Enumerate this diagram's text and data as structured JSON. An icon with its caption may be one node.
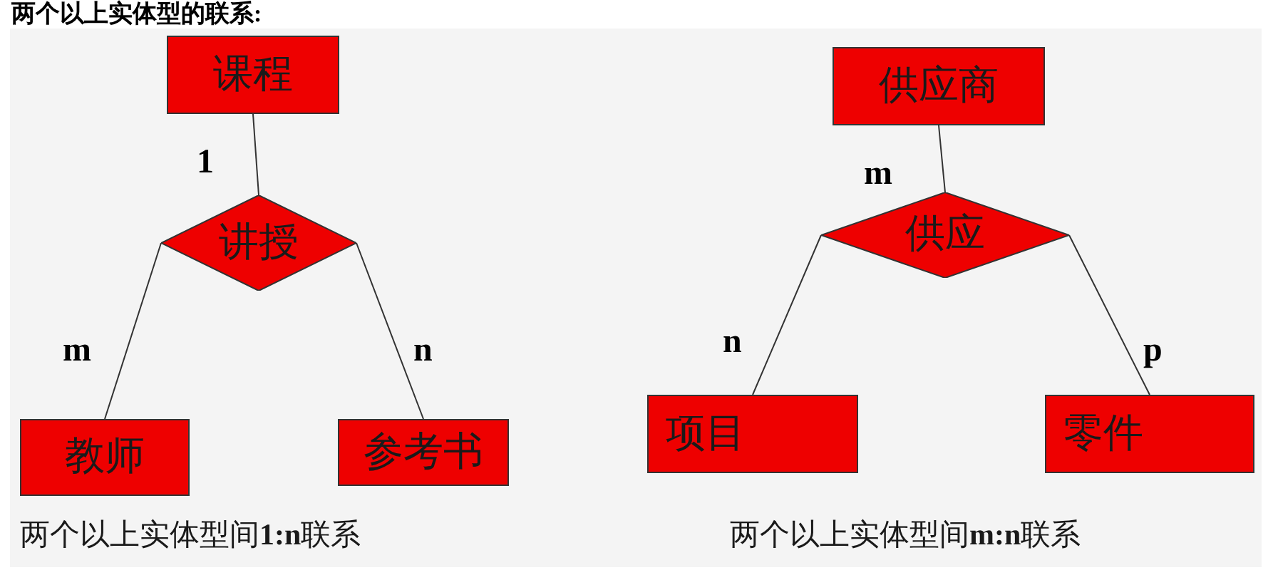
{
  "diagram": {
    "title": "两个以上实体型的联系:",
    "nodes": [
      {
        "text": [
          "课程"
        ]
      },
      {
        "text": [
          "讲授"
        ]
      },
      {
        "text": [
          "教师"
        ]
      },
      {
        "text": [
          "参考书"
        ]
      },
      {
        "text": [
          "供应商"
        ]
      },
      {
        "text": [
          "供应"
        ]
      },
      {
        "text": [
          "项目"
        ]
      },
      {
        "text": [
          "零件"
        ]
      }
    ],
    "edges": [
      {
        "from": 0,
        "to": 1,
        "arrow": "none",
        "label": "1"
      },
      {
        "from": 1,
        "to": 2,
        "arrow": "none",
        "label": "m"
      },
      {
        "from": 1,
        "to": 3,
        "arrow": "none",
        "label": "n"
      },
      {
        "from": 4,
        "to": 5,
        "arrow": "none",
        "label": "m"
      },
      {
        "from": 5,
        "to": 6,
        "arrow": "none",
        "label": "n"
      },
      {
        "from": 5,
        "to": 7,
        "arrow": "none",
        "label": "p"
      }
    ],
    "labels": [
      "两个以上实体型间**1:n**联系",
      "两个以上实体型间**m:n**联系"
    ]
  }
}
